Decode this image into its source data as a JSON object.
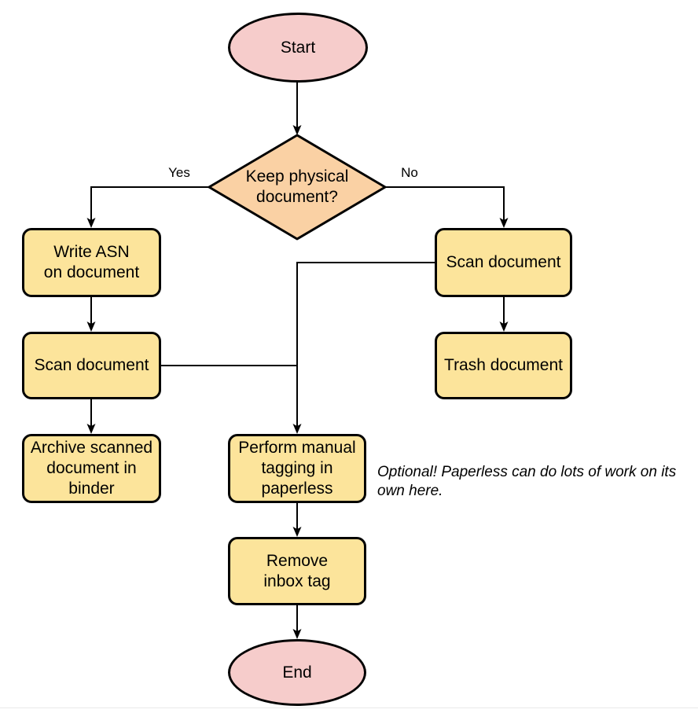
{
  "nodes": {
    "start": "Start",
    "decision": "Keep physical\ndocument?",
    "write_asn": "Write ASN\non document",
    "scan_left": "Scan document",
    "archive": "Archive scanned\ndocument in\nbinder",
    "scan_right": "Scan document",
    "trash": "Trash document",
    "tagging": "Perform manual\ntagging in\npaperless",
    "remove_inbox": "Remove\ninbox tag",
    "end": "End"
  },
  "edge_labels": {
    "yes": "Yes",
    "no": "No"
  },
  "annotation": "Optional! Paperless can do lots of work on its own here.",
  "colors": {
    "terminator_fill": "#F6CCCB",
    "decision_fill": "#FAD1A4",
    "process_fill": "#FCE49B",
    "stroke": "#000000",
    "background": "#FFFFFF"
  }
}
